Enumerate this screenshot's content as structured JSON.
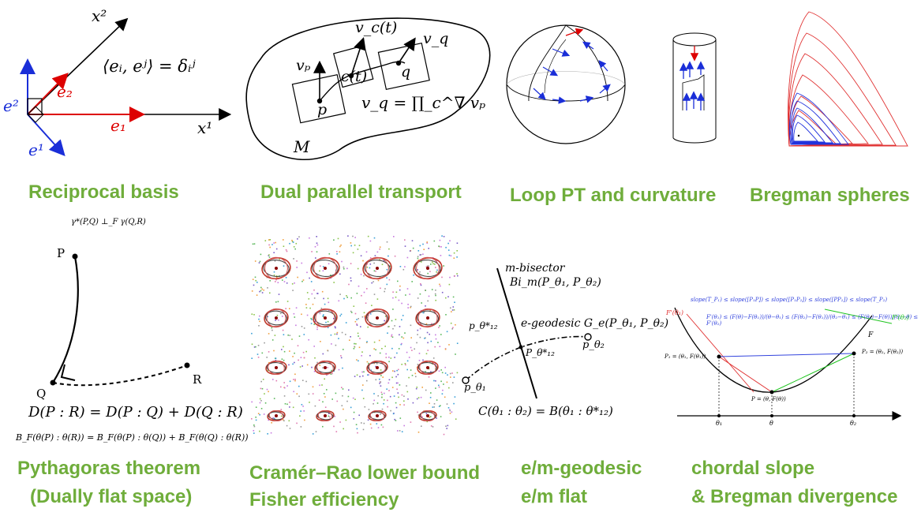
{
  "panels": {
    "reciprocal": {
      "caption": "Reciprocal basis",
      "x1": "x¹",
      "x2": "x²",
      "e1_lower": "e₁",
      "e2_lower": "e₂",
      "e1_upper": "e¹",
      "e2_upper": "e²",
      "equation": "⟨eᵢ, eʲ⟩ = δᵢʲ"
    },
    "dual_transport": {
      "caption": "Dual parallel transport",
      "vp": "vₚ",
      "vct": "v_c(t)",
      "vq": "v_q",
      "p": "p",
      "ct": "c(t)",
      "q": "q",
      "eq": "v_q = ∏_c^∇ vₚ",
      "M": "M"
    },
    "loop": {
      "caption": "Loop PT and curvature"
    },
    "bregman_spheres": {
      "caption": "Bregman spheres"
    },
    "pythagoras": {
      "caption_line1": "Pythagoras theorem",
      "caption_line2": "(Dually flat space)",
      "top_formula": "γ*(P,Q) ⊥_F γ(Q,R)",
      "P": "P",
      "Q": "Q",
      "R": "R",
      "divergence": "D(P : R) = D(P : Q) + D(Q : R)",
      "bregman_formula": "B_F(θ(P) : θ(R)) = B_F(θ(P) : θ(Q)) + B_F(θ(Q) : θ(R))"
    },
    "cramer_rao": {
      "caption_line1": "Cramér–Rao lower bound",
      "caption_line2": "Fisher efficiency"
    },
    "geodesic": {
      "caption_line1": "e/m-geodesic",
      "caption_line2": "e/m flat",
      "m_bisector": "m-bisector",
      "bi": "Bi_m(P_θ₁, P_θ₂)",
      "p12": "p_θ*₁₂",
      "P12": "P_θ*₁₂",
      "e_geodesic": "e-geodesic G_e(P_θ₁, P_θ₂)",
      "ptheta1": "p_θ₁",
      "ptheta2": "p_θ₂",
      "bottom_eq": "C(θ₁ : θ₂) = B(θ₁ : θ*₁₂)"
    },
    "chordal": {
      "caption_line1": "chordal slope",
      "caption_line2": "& Bregman divergence",
      "slope_line": "slope(T_P₁) ≤ slope([P₁P]) ≤ slope([P₁P₂]) ≤ slope([PP₂]) ≤ slope(T_P₂)",
      "deriv_line": "F'(θ₁) ≤ (F(θ)−F(θ₁))/(θ−θ₁) ≤ (F(θ₂)−F(θ₁))/(θ₂−θ₁) ≤ (F(θ₂)−F(θ))/(θ₂−θ) ≤ F'(θ₂)",
      "Fp1": "F'(θ₁)",
      "Fp2": "F'(θ₂)",
      "F": "F",
      "P1": "P₁ = (θ₁, F(θ₁))",
      "P2": "P₂ = (θ₂, F(θ₂))",
      "P": "P = (θ, F(θ))",
      "t1": "θ₁",
      "t": "θ",
      "t2": "θ₂"
    }
  }
}
